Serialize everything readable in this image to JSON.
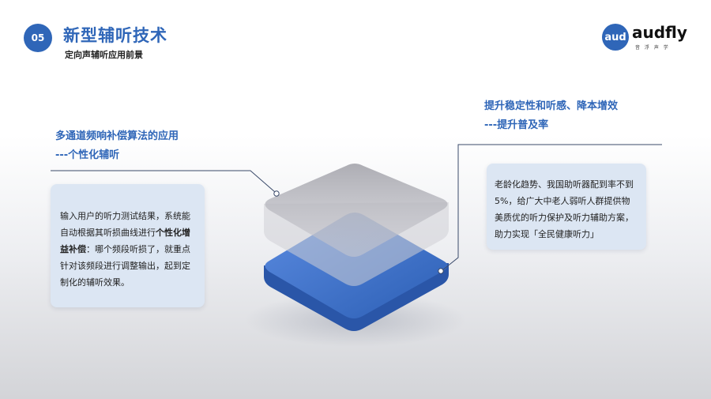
{
  "header": {
    "section_number": "05",
    "title": "新型辅听技术",
    "subtitle": "定向声辅听应用前景"
  },
  "logo": {
    "mark_text": "aud",
    "name": "audfly",
    "tagline": "音 浮 声 学"
  },
  "left_point": {
    "heading_line1": "多通道频响补偿算法的应用",
    "heading_line2": "---个性化辅听",
    "body_part1": "输入用户的听力测试结果，系统能自动根据其听损曲线进行",
    "body_bold": "个性化增益补偿",
    "body_part2": "：哪个频段听损了，就重点针对该频段进行调整输出，起到定制化的辅听效果。"
  },
  "right_point": {
    "heading_line1": "提升稳定性和听感、降本增效",
    "heading_line2": "---提升普及率",
    "body": "老龄化趋势、我国助听器配到率不到5%，给广大中老人弱听人群提供物美质优的听力保护及听力辅助方案，助力实现「全民健康听力」"
  },
  "colors": {
    "accent": "#2f66b8",
    "box_bg": "#dce6f3",
    "blue_tile": "#2f66b8",
    "gray_tile": "#b9b9bf"
  }
}
